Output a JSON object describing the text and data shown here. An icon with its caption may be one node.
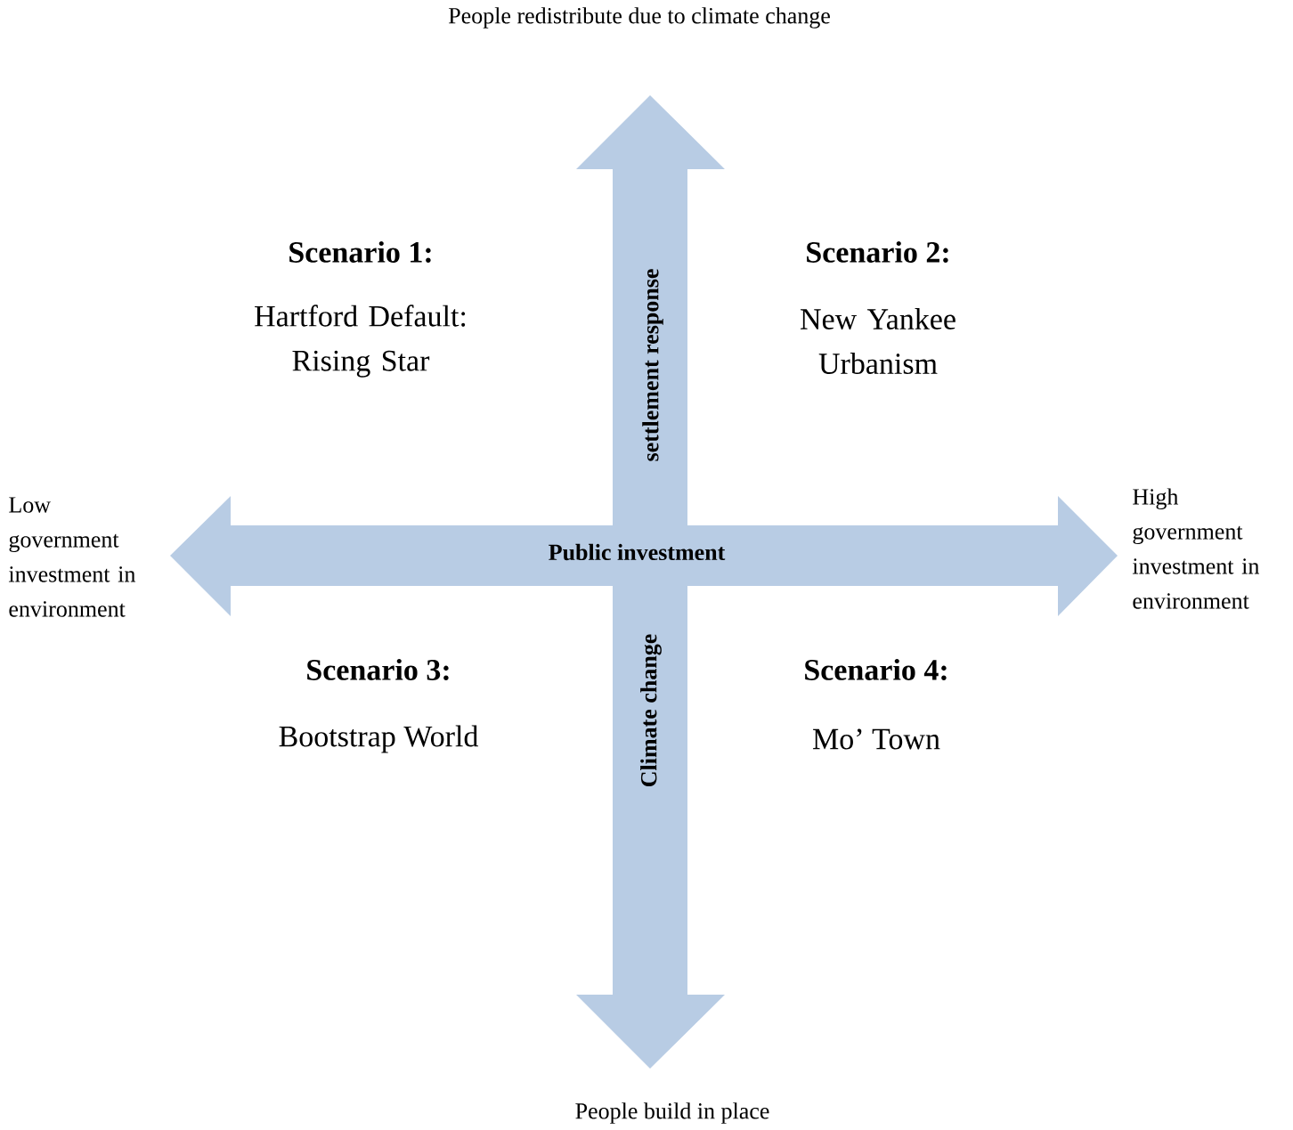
{
  "diagram": {
    "labels": [
      "People redistribute due to climate change",
      "Scenario 1:",
      "Hartford Default: Rising Star",
      "Scenario 2:",
      "New Yankee Urbanism",
      "settlement response",
      "Low government investment in environment",
      "Public investment",
      "High government investment in environment",
      "Scenario 3:",
      "Bootstrap World",
      "Climate change",
      "Scenario 4:",
      "Mo’ Town",
      "People build in place"
    ]
  }
}
